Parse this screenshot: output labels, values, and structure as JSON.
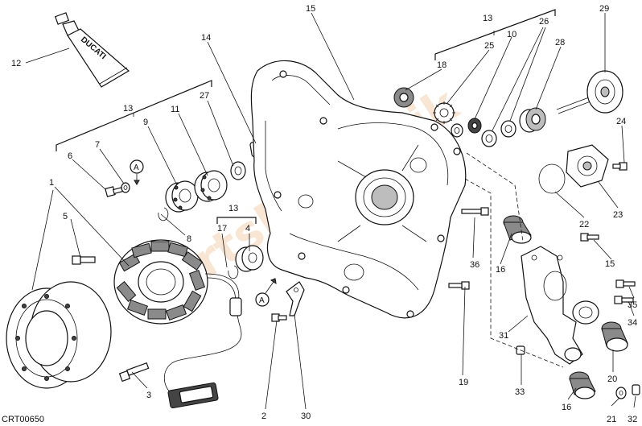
{
  "diagram": {
    "ref_code": "CRT00650",
    "tube_brand": "DUCATI",
    "watermark": "PartsRepublik",
    "callouts": [
      "1",
      "2",
      "3",
      "4",
      "5",
      "6",
      "7",
      "8",
      "9",
      "10",
      "11",
      "12",
      "13",
      "14",
      "15",
      "16",
      "17",
      "18",
      "19",
      "20",
      "21",
      "22",
      "23",
      "24",
      "25",
      "26",
      "27",
      "28",
      "29",
      "30",
      "31",
      "32",
      "33",
      "34",
      "35",
      "36"
    ],
    "group_label": "13",
    "view_marker": "A"
  }
}
